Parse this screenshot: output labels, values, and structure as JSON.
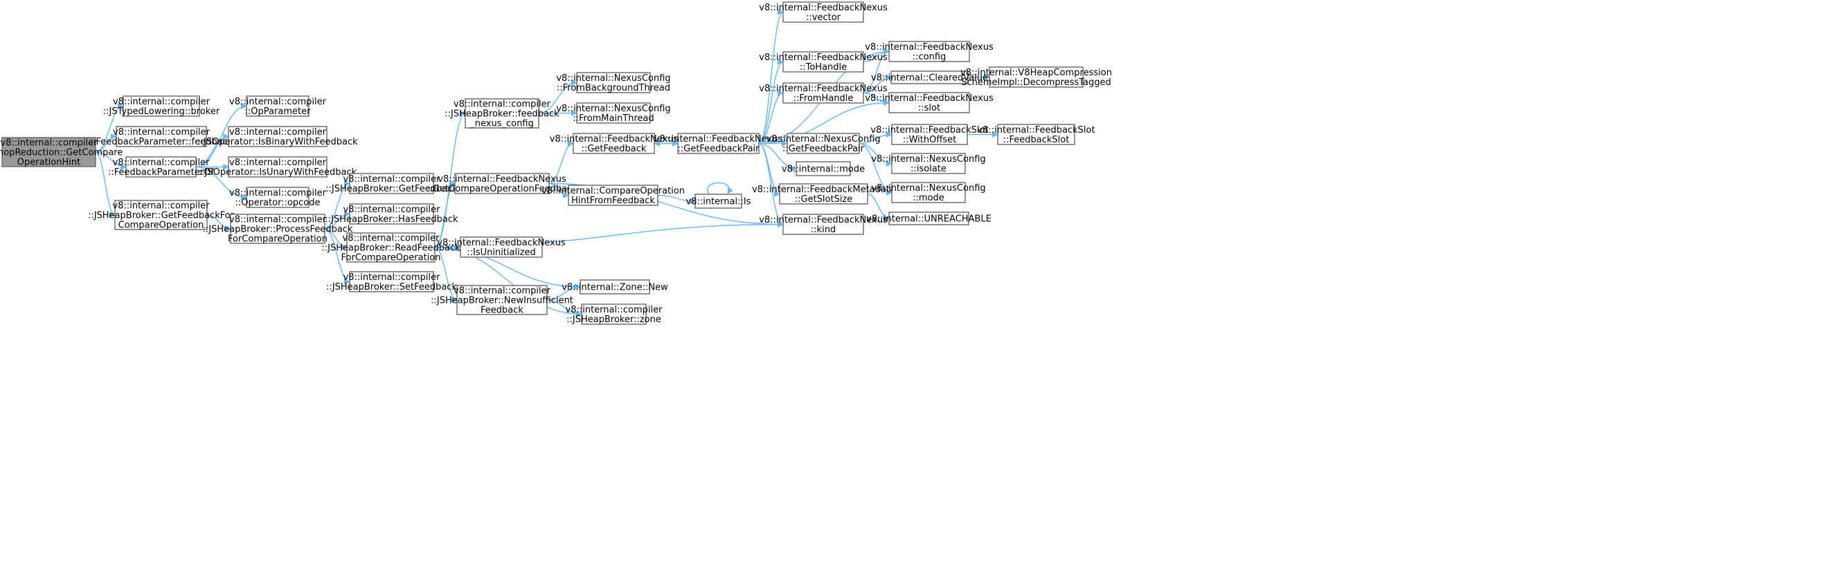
{
  "nodes": {
    "root": [
      "v8::internal::compiler",
      "::JSBinopReduction::GetCompare",
      "OperationHint"
    ],
    "jstyped_broker": [
      "v8::internal::compiler",
      "::JSTypedLowering::broker"
    ],
    "fp_feedback": [
      "v8::internal::compiler",
      "::FeedbackParameter::feedback"
    ],
    "fp_of": [
      "v8::internal::compiler",
      "::FeedbackParameterOf"
    ],
    "getfb_for_cmp": [
      "v8::internal::compiler",
      "::JSHeapBroker::GetFeedbackFor",
      "CompareOperation"
    ],
    "opparameter": [
      "v8::internal::compiler",
      "::OpParameter"
    ],
    "is_binary": [
      "v8::internal::compiler",
      "::JSOperator::IsBinaryWithFeedback"
    ],
    "is_unary": [
      "v8::internal::compiler",
      "::JSOperator::IsUnaryWithFeedback"
    ],
    "opcode": [
      "v8::internal::compiler",
      "::Operator::opcode"
    ],
    "process_fb": [
      "v8::internal::compiler",
      "::JSHeapBroker::ProcessFeedback",
      "ForCompareOperation"
    ],
    "broker_getfb": [
      "v8::internal::compiler",
      "::JSHeapBroker::GetFeedback"
    ],
    "broker_hasfb": [
      "v8::internal::compiler",
      "::JSHeapBroker::HasFeedback"
    ],
    "read_fb": [
      "v8::internal::compiler",
      "::JSHeapBroker::ReadFeedback",
      "ForCompareOperation"
    ],
    "broker_setfb": [
      "v8::internal::compiler",
      "::JSHeapBroker::SetFeedback"
    ],
    "fb_nexus_config": [
      "v8::internal::compiler",
      "::JSHeapBroker::feedback",
      "_nexus_config"
    ],
    "fn_get_cmp_fb": [
      "v8::internal::FeedbackNexus",
      "::GetCompareOperationFeedback"
    ],
    "fn_isuninit": [
      "v8::internal::FeedbackNexus",
      "::IsUninitialized"
    ],
    "new_insufficient": [
      "v8::internal::compiler",
      "::JSHeapBroker::NewInsufficient",
      "Feedback"
    ],
    "nc_from_bg": [
      "v8::internal::NexusConfig",
      "::FromBackgroundThread"
    ],
    "nc_from_main": [
      "v8::internal::NexusConfig",
      "::FromMainThread"
    ],
    "fn_getfeedback": [
      "v8::internal::FeedbackNexus",
      "::GetFeedback"
    ],
    "cmp_hint_from_fb": [
      "v8::internal::CompareOperation",
      "HintFromFeedback"
    ],
    "zone_new": [
      "v8::internal::Zone::New"
    ],
    "broker_zone": [
      "v8::internal::compiler",
      "::JSHeapBroker::zone"
    ],
    "fn_getfbpair": [
      "v8::internal::FeedbackNexus",
      "::GetFeedbackPair"
    ],
    "internal_is": [
      "v8::internal::Is"
    ],
    "fn_vector": [
      "v8::internal::FeedbackNexus",
      "::vector"
    ],
    "fn_tohandle": [
      "v8::internal::FeedbackNexus",
      "::ToHandle"
    ],
    "fn_fromhandle": [
      "v8::internal::FeedbackNexus",
      "::FromHandle"
    ],
    "nc_getfbpair": [
      "v8::internal::NexusConfig",
      "::GetFeedbackPair"
    ],
    "internal_mode": [
      "v8::internal::mode"
    ],
    "fm_getslotsize": [
      "v8::internal::FeedbackMetadata",
      "::GetSlotSize"
    ],
    "fn_kind": [
      "v8::internal::FeedbackNexus",
      "::kind"
    ],
    "fn_config": [
      "v8::internal::FeedbackNexus",
      "::config"
    ],
    "cleared_value": [
      "v8::internal::ClearedValue"
    ],
    "fn_slot": [
      "v8::internal::FeedbackNexus",
      "::slot"
    ],
    "fs_withoffset": [
      "v8::internal::FeedbackSlot",
      "::WithOffset"
    ],
    "nc_isolate": [
      "v8::internal::NexusConfig",
      "::isolate"
    ],
    "nc_mode": [
      "v8::internal::NexusConfig",
      "::mode"
    ],
    "unreachable": [
      "v8::internal::UNREACHABLE"
    ],
    "v8heap_decompress": [
      "v8::internal::V8HeapCompression",
      "SchemeImpl::DecompressTagged"
    ],
    "fs_feedbackslot": [
      "v8::internal::FeedbackSlot",
      "::FeedbackSlot"
    ]
  },
  "edges": [
    [
      "root",
      "jstyped_broker"
    ],
    [
      "root",
      "fp_feedback"
    ],
    [
      "root",
      "fp_of"
    ],
    [
      "root",
      "getfb_for_cmp"
    ],
    [
      "fp_of",
      "opparameter"
    ],
    [
      "fp_of",
      "is_binary"
    ],
    [
      "fp_of",
      "is_unary"
    ],
    [
      "fp_of",
      "opcode"
    ],
    [
      "getfb_for_cmp",
      "process_fb"
    ],
    [
      "process_fb",
      "broker_getfb"
    ],
    [
      "process_fb",
      "broker_hasfb"
    ],
    [
      "process_fb",
      "read_fb"
    ],
    [
      "process_fb",
      "broker_setfb"
    ],
    [
      "read_fb",
      "fb_nexus_config"
    ],
    [
      "read_fb",
      "fn_get_cmp_fb"
    ],
    [
      "read_fb",
      "fn_isuninit"
    ],
    [
      "read_fb",
      "new_insufficient"
    ],
    [
      "read_fb",
      "zone_new"
    ],
    [
      "read_fb",
      "broker_zone"
    ],
    [
      "read_fb",
      "fn_kind"
    ],
    [
      "fb_nexus_config",
      "nc_from_bg"
    ],
    [
      "fb_nexus_config",
      "nc_from_main"
    ],
    [
      "fn_get_cmp_fb",
      "fn_getfeedback"
    ],
    [
      "fn_get_cmp_fb",
      "cmp_hint_from_fb"
    ],
    [
      "fn_get_cmp_fb",
      "fn_kind"
    ],
    [
      "new_insufficient",
      "zone_new"
    ],
    [
      "new_insufficient",
      "broker_zone"
    ],
    [
      "fn_getfeedback",
      "fn_getfbpair"
    ],
    [
      "cmp_hint_from_fb",
      "internal_is"
    ],
    [
      "internal_is",
      "internal_is"
    ],
    [
      "fn_getfbpair",
      "fn_vector"
    ],
    [
      "fn_getfbpair",
      "fn_config"
    ],
    [
      "fn_getfbpair",
      "fn_tohandle"
    ],
    [
      "fn_getfbpair",
      "fn_fromhandle"
    ],
    [
      "fn_getfbpair",
      "fn_slot"
    ],
    [
      "fn_getfbpair",
      "fn_getfeedback"
    ],
    [
      "fn_getfbpair",
      "nc_getfbpair"
    ],
    [
      "fn_getfbpair",
      "internal_mode"
    ],
    [
      "fn_getfbpair",
      "fm_getslotsize"
    ],
    [
      "fn_getfbpair",
      "fn_kind"
    ],
    [
      "fn_tohandle",
      "fn_config"
    ],
    [
      "fn_fromhandle",
      "fn_config"
    ],
    [
      "fn_fromhandle",
      "cleared_value"
    ],
    [
      "fn_fromhandle",
      "fn_slot"
    ],
    [
      "cleared_value",
      "v8heap_decompress"
    ],
    [
      "nc_getfbpair",
      "fs_withoffset"
    ],
    [
      "nc_getfbpair",
      "nc_isolate"
    ],
    [
      "nc_getfbpair",
      "nc_mode"
    ],
    [
      "fs_withoffset",
      "fs_feedbackslot"
    ],
    [
      "fm_getslotsize",
      "unreachable"
    ]
  ],
  "colors": {
    "edge": "#63b8ff",
    "node_border": "#666666",
    "root_fill": "#999999",
    "node_fill": "#ffffff"
  }
}
